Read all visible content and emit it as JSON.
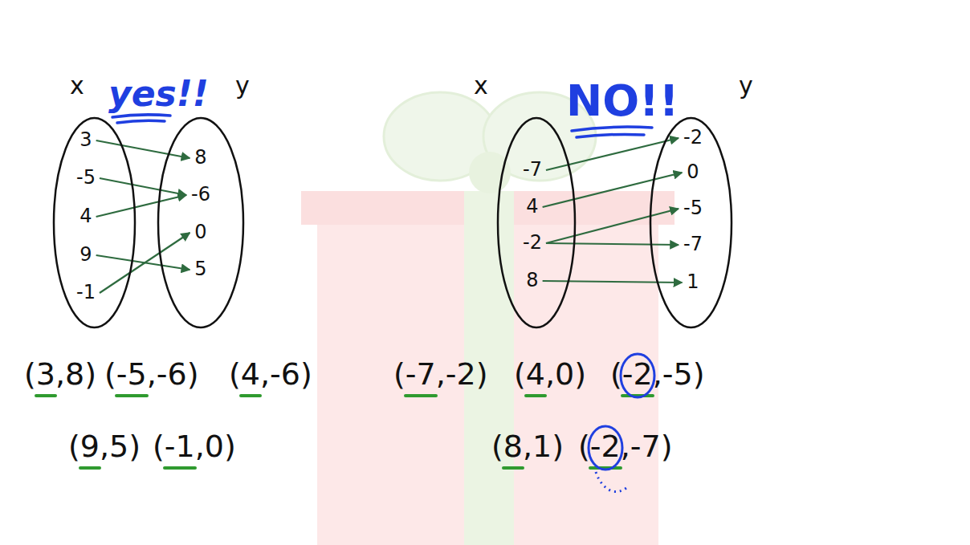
{
  "diagram": {
    "nodes": [
      {
        "text": [
          "x"
        ]
      },
      {
        "text": [
          "3"
        ],
        "in": 0
      },
      {
        "text": [
          "-5"
        ],
        "in": 0
      },
      {
        "text": [
          "4"
        ],
        "in": 0
      },
      {
        "text": [
          "9"
        ],
        "in": 0
      },
      {
        "text": [
          "-1"
        ],
        "in": 0
      },
      {
        "text": [
          "y"
        ]
      },
      {
        "text": [
          "8"
        ],
        "in": 6
      },
      {
        "text": [
          "-6"
        ],
        "in": 6
      },
      {
        "text": [
          "0"
        ],
        "in": 6
      },
      {
        "text": [
          "5"
        ],
        "in": 6
      },
      {
        "text": [
          "x"
        ]
      },
      {
        "text": [
          "-7"
        ],
        "in": 11
      },
      {
        "text": [
          "4"
        ],
        "in": 11
      },
      {
        "text": [
          "-2"
        ],
        "in": 11
      },
      {
        "text": [
          "8"
        ],
        "in": 11
      },
      {
        "text": [
          "y"
        ]
      },
      {
        "text": [
          "-2"
        ],
        "in": 16
      },
      {
        "text": [
          "0"
        ],
        "in": 16
      },
      {
        "text": [
          "-5"
        ],
        "in": 16
      },
      {
        "text": [
          "-7"
        ],
        "in": 16
      },
      {
        "text": [
          "1"
        ],
        "in": 16
      }
    ],
    "edges": [
      {
        "from": 1,
        "to": 7,
        "arrow": "to"
      },
      {
        "from": 2,
        "to": 8,
        "arrow": "to"
      },
      {
        "from": 3,
        "to": 8,
        "arrow": "to"
      },
      {
        "from": 4,
        "to": 10,
        "arrow": "to"
      },
      {
        "from": 5,
        "to": 9,
        "arrow": "to"
      },
      {
        "from": 12,
        "to": 17,
        "arrow": "to"
      },
      {
        "from": 13,
        "to": 18,
        "arrow": "to"
      },
      {
        "from": 14,
        "to": 19,
        "arrow": "to"
      },
      {
        "from": 14,
        "to": 20,
        "arrow": "to"
      },
      {
        "from": 15,
        "to": 21,
        "arrow": "to"
      }
    ],
    "labels": [
      "yes!!",
      "NO!!",
      "(3,8)",
      "(-5,-6)",
      "(4,-6)",
      "(-7,-2)",
      "(4,0)",
      "(-2,-5)",
      "(9,5)",
      "(-1,0)",
      "(8,1)",
      "(-2,-7)"
    ]
  }
}
